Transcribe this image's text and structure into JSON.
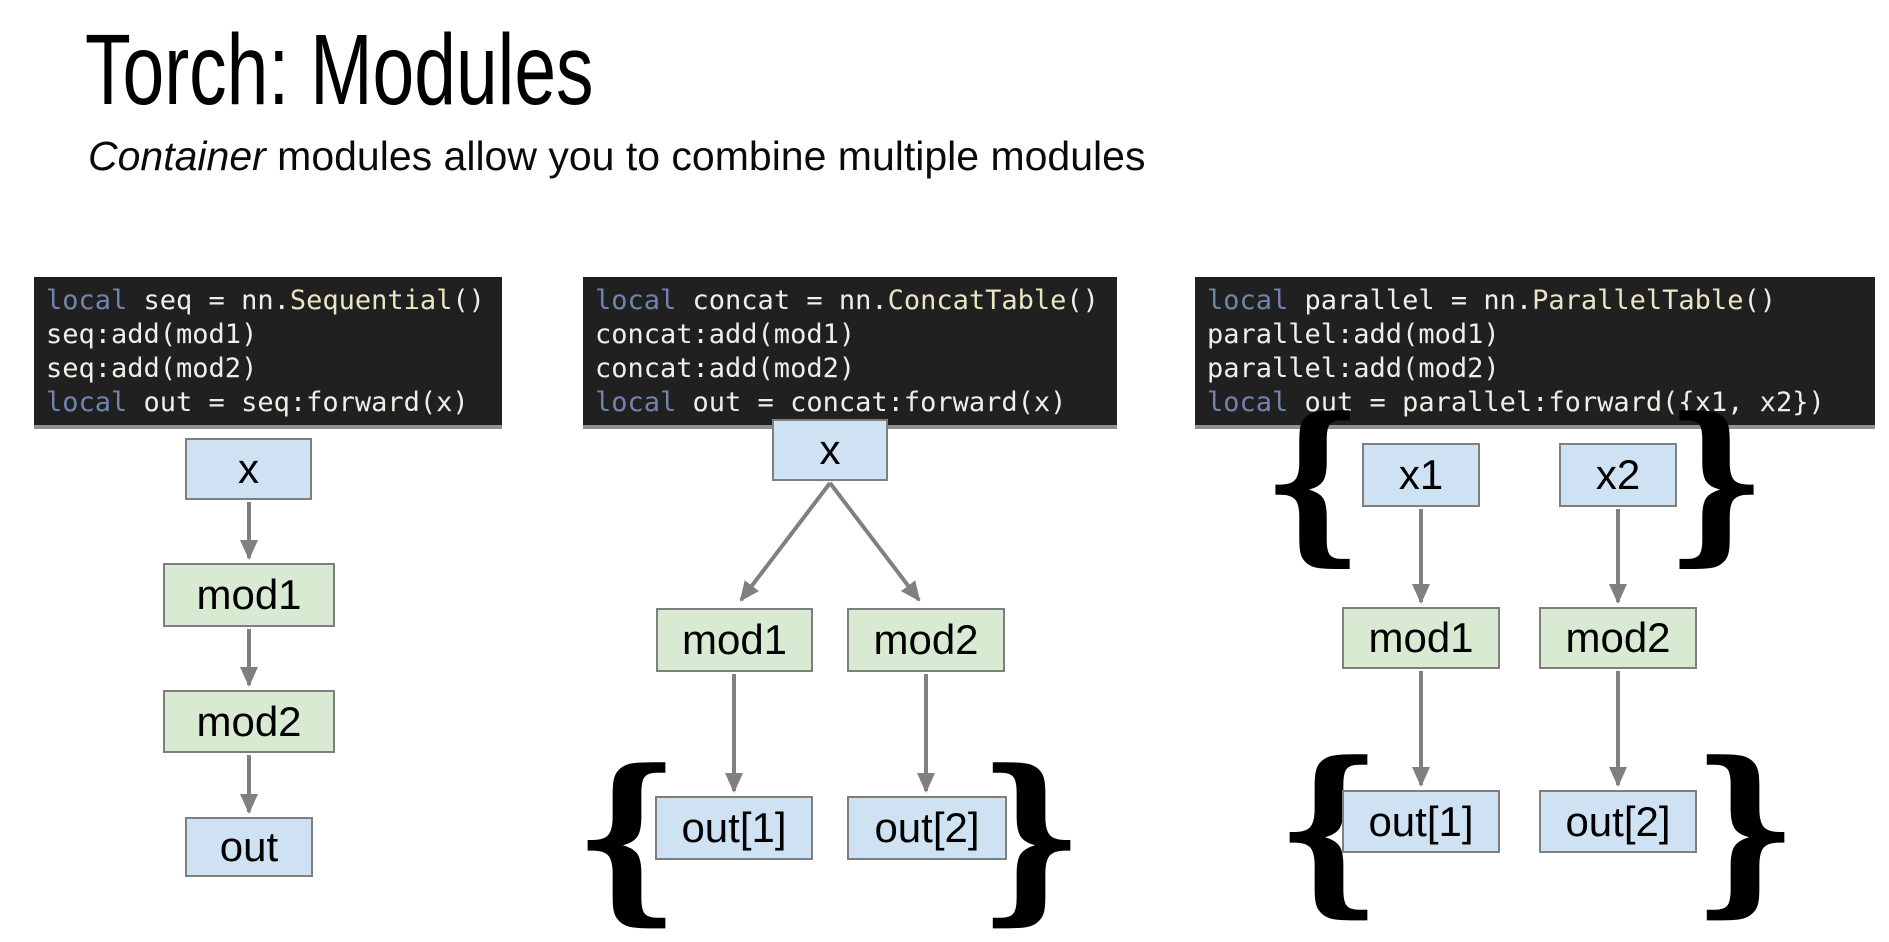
{
  "header": {
    "title": "Torch: Modules",
    "subtitle_italic": "Container",
    "subtitle_rest": " modules allow you to combine multiple modules"
  },
  "colors": {
    "code_background": "#202020",
    "code_text": "#f0eee6",
    "code_keyword": "#7283ad",
    "code_classname": "#eae6c3",
    "box_blue": "#cfe2f3",
    "box_green": "#d9ead3",
    "box_border": "#7f7f7f",
    "arrow": "#808080",
    "brace": "#000000"
  },
  "code_blocks": [
    {
      "id": "sequential",
      "lines": [
        [
          {
            "t": "local",
            "c": "kw"
          },
          {
            "t": " seq = nn.",
            "c": "pl"
          },
          {
            "t": "Sequential",
            "c": "cls"
          },
          {
            "t": "()",
            "c": "pl"
          }
        ],
        [
          {
            "t": "seq:add(mod1)",
            "c": "pl"
          }
        ],
        [
          {
            "t": "seq:add(mod2)",
            "c": "pl"
          }
        ],
        [
          {
            "t": "local",
            "c": "kw"
          },
          {
            "t": " out = seq:forward(x)",
            "c": "pl"
          }
        ]
      ]
    },
    {
      "id": "concat-table",
      "lines": [
        [
          {
            "t": "local",
            "c": "kw"
          },
          {
            "t": " concat = nn.",
            "c": "pl"
          },
          {
            "t": "ConcatTable",
            "c": "cls"
          },
          {
            "t": "()",
            "c": "pl"
          }
        ],
        [
          {
            "t": "concat:add(mod1)",
            "c": "pl"
          }
        ],
        [
          {
            "t": "concat:add(mod2)",
            "c": "pl"
          }
        ],
        [
          {
            "t": "local",
            "c": "kw"
          },
          {
            "t": " out = concat:forward(x)",
            "c": "pl"
          }
        ]
      ]
    },
    {
      "id": "parallel-table",
      "lines": [
        [
          {
            "t": "local",
            "c": "kw"
          },
          {
            "t": " parallel = nn.",
            "c": "pl"
          },
          {
            "t": "ParallelTable",
            "c": "cls"
          },
          {
            "t": "()",
            "c": "pl"
          }
        ],
        [
          {
            "t": "parallel:add(mod1)",
            "c": "pl"
          }
        ],
        [
          {
            "t": "parallel:add(mod2)",
            "c": "pl"
          }
        ],
        [
          {
            "t": "local",
            "c": "kw"
          },
          {
            "t": " out = parallel:forward({x1, x2})",
            "c": "pl"
          }
        ]
      ]
    }
  ],
  "diagrams": {
    "sequential": {
      "x": "x",
      "mod1": "mod1",
      "mod2": "mod2",
      "out": "out"
    },
    "concat": {
      "x": "x",
      "mod1": "mod1",
      "mod2": "mod2",
      "out1": "out[1]",
      "out2": "out[2]",
      "brace_open": "{",
      "brace_close": "}"
    },
    "parallel": {
      "x1": "x1",
      "x2": "x2",
      "mod1": "mod1",
      "mod2": "mod2",
      "out1": "out[1]",
      "out2": "out[2]",
      "brace_open": "{",
      "brace_close": "}"
    }
  }
}
